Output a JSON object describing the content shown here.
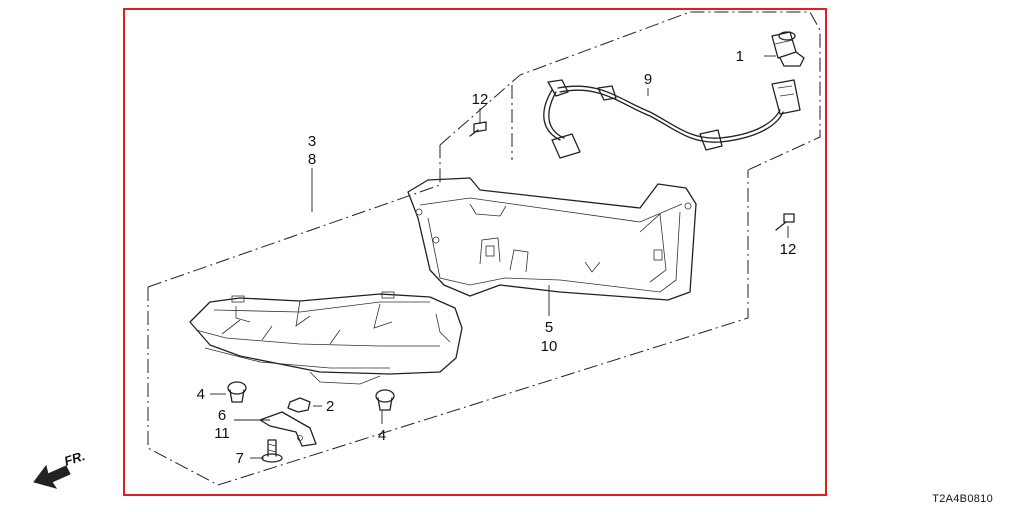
{
  "diagram": {
    "callouts": {
      "p1": "1",
      "p2": "2",
      "p3": "3",
      "p8": "8",
      "p4a": "4",
      "p4b": "4",
      "p5": "5",
      "p10": "10",
      "p6": "6",
      "p11": "11",
      "p7": "7",
      "p9": "9",
      "p12a": "12",
      "p12b": "12"
    },
    "front_arrow_label": "FR.",
    "diagram_code": "T2A4B0810"
  },
  "colors": {
    "frame": "#e02020",
    "line": "#222222",
    "background": "#ffffff"
  }
}
